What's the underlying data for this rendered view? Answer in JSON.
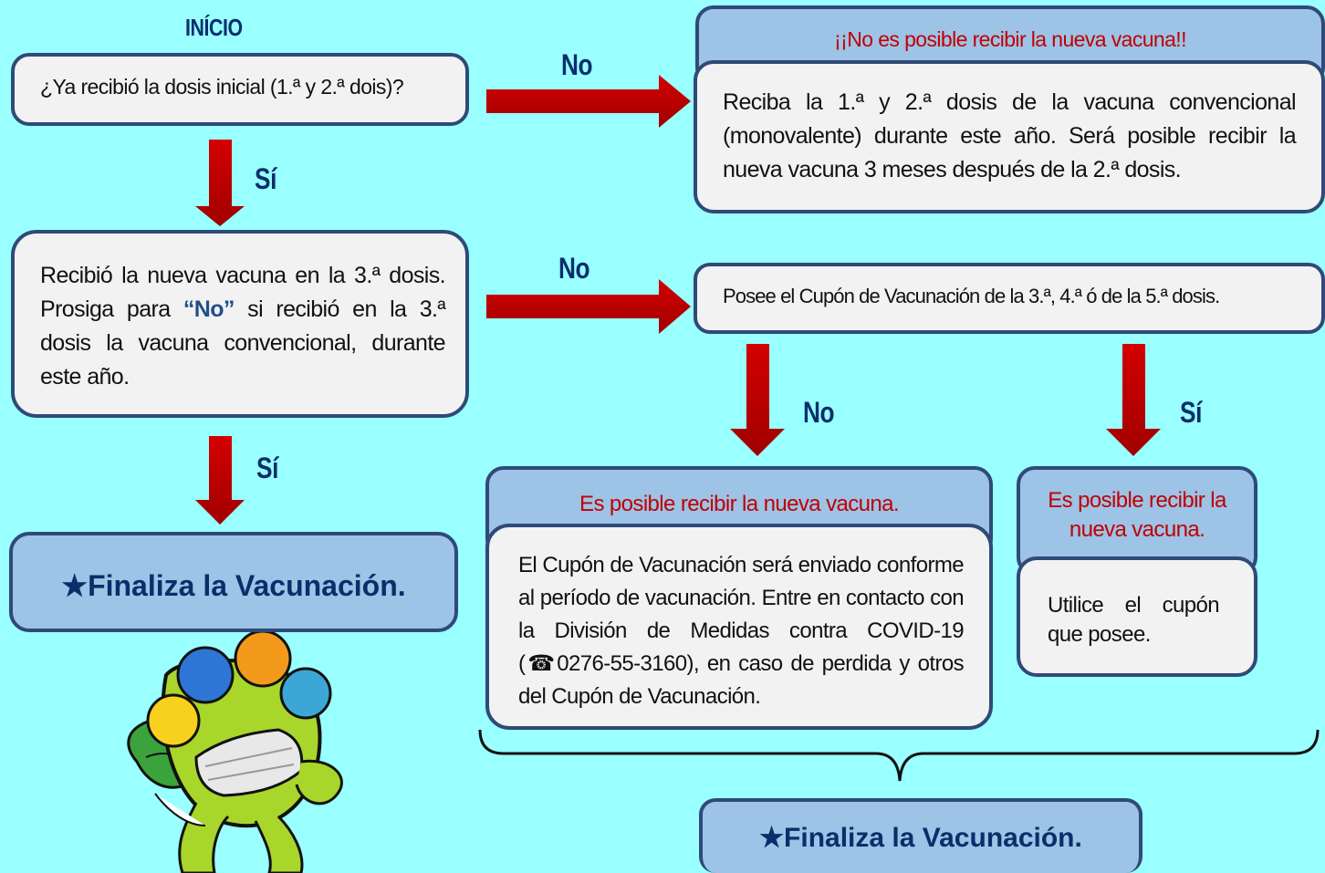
{
  "start_label": "INÍCIO",
  "q1": "¿Ya recibió la dosis inicial (1.ª y 2.ª dois)?",
  "q1_no_label": "No",
  "q1_yes_label": "Sí",
  "not_possible": {
    "title": "¡¡No es posible recibir la nueva vacuna!!",
    "body": "Reciba la 1.ª y 2.ª dosis de la vacuna convencional (monovalente) durante este año. Será posible recibir la nueva vacuna 3 meses después de la 2.ª dosis."
  },
  "q2": {
    "line_a": "Recibió la nueva vacuna en la 3.ª dosis. Prosiga para ",
    "no_quote": "“No”",
    "line_b": " si recibió en la 3.ª dosis la vacuna convencional, durante este año."
  },
  "q2_no_label": "No",
  "q2_yes_label": "Sí",
  "q3": "Posee el Cupón de Vacunación de la 3.ª, 4.ª ó de la 5.ª dosis.",
  "q3_no_label": "No",
  "q3_yes_label": "Sí",
  "possible_no_coupon": {
    "title": "Es posible recibir la nueva vacuna.",
    "body_a": "El Cupón de Vacunación será enviado conforme al período de vacunación. Entre en contacto con la División de Medidas contra COVID-19 (",
    "phone_icon": "☎",
    "body_b": "0276-55-3160), en caso de perdida y otros del Cupón de Vacunación."
  },
  "possible_coupon": {
    "title": "Es posible recibir la nueva vacuna.",
    "body": "Utilice el cupón que posee."
  },
  "final_left": "★Finaliza la Vacunación.",
  "final_right": "★Finaliza la Vacunación.",
  "colors": {
    "background": "#99FFFF",
    "arrow": "#C00000",
    "border": "#2F4A78",
    "header": "#9DC3E6",
    "title_red": "#C00000",
    "label": "#0B2E6B"
  }
}
